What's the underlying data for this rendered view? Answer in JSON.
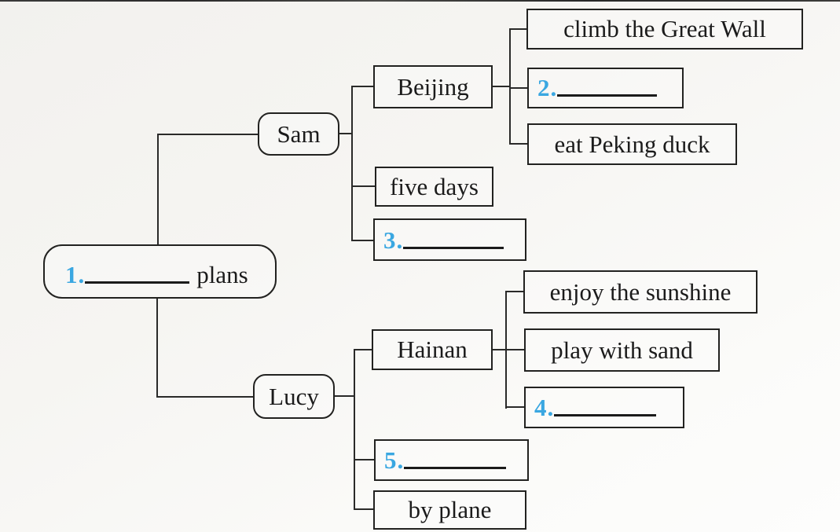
{
  "colors": {
    "number_blue": "#3aa7e1",
    "line_color": "#2a2a29",
    "text_color": "#1b1b1b",
    "paper_background": "#f6f5f2"
  },
  "diagram": {
    "root": {
      "number": "1.",
      "label": "plans"
    },
    "sam_branch": {
      "name": "Sam",
      "place": {
        "name": "Beijing",
        "activities": [
          {
            "text": "climb the Great Wall"
          },
          {
            "number": "2."
          },
          {
            "text": "eat Peking duck"
          }
        ]
      },
      "duration": "five days",
      "blank": {
        "number": "3."
      }
    },
    "lucy_branch": {
      "name": "Lucy",
      "place": {
        "name": "Hainan",
        "activities": [
          {
            "text": "enjoy the sunshine"
          },
          {
            "text": "play with sand"
          },
          {
            "number": "4."
          }
        ]
      },
      "blank": {
        "number": "5."
      },
      "transport": {
        "text": "by plane"
      }
    }
  }
}
